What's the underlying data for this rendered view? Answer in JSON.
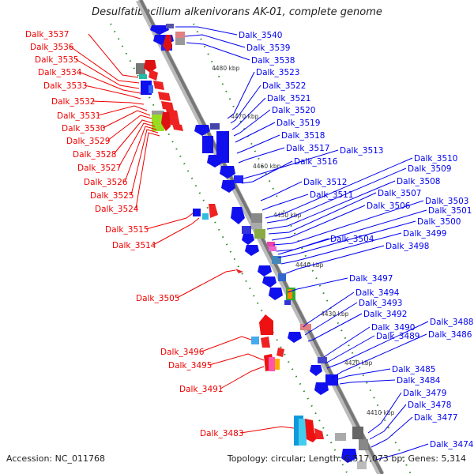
{
  "title": "Desulfatibacillum alkenivorans AK-01, complete genome",
  "footer": {
    "accession": "Accession: NC_011768",
    "summary": "Topology: circular; Length: 6,517,073 bp; Genes: 5,314"
  },
  "colors": {
    "forward": "#0000ee",
    "reverse": "#ee0000",
    "backbone": "#888888",
    "tick": "#2a8a2a"
  },
  "scale_ticks": [
    "4480 kbp",
    "4470 kbp",
    "4460 kbp",
    "4450 kbp",
    "4440 kbp",
    "4430 kbp",
    "4420 kbp",
    "4410 kbp"
  ],
  "left_labels": [
    "Dalk_3537",
    "Dalk_3536",
    "Dalk_3535",
    "Dalk_3534",
    "Dalk_3533",
    "Dalk_3532",
    "Dalk_3531",
    "Dalk_3530",
    "Dalk_3529",
    "Dalk_3528",
    "Dalk_3527",
    "Dalk_3526",
    "Dalk_3525",
    "Dalk_3524",
    "Dalk_3515",
    "Dalk_3514",
    "Dalk_3505",
    "Dalk_3496",
    "Dalk_3495",
    "Dalk_3491",
    "Dalk_3483"
  ],
  "right_labels": [
    "Dalk_3540",
    "Dalk_3539",
    "Dalk_3538",
    "Dalk_3523",
    "Dalk_3522",
    "Dalk_3521",
    "Dalk_3520",
    "Dalk_3519",
    "Dalk_3518",
    "Dalk_3517",
    "Dalk_3513",
    "Dalk_3516",
    "Dalk_3510",
    "Dalk_3509",
    "Dalk_3512",
    "Dalk_3508",
    "Dalk_3511",
    "Dalk_3507",
    "Dalk_3506",
    "Dalk_3503",
    "Dalk_3501",
    "Dalk_3500",
    "Dalk_3504",
    "Dalk_3499",
    "Dalk_3498",
    "Dalk_3497",
    "Dalk_3494",
    "Dalk_3493",
    "Dalk_3492",
    "Dalk_3490",
    "Dalk_3488",
    "Dalk_3489",
    "Dalk_3486",
    "Dalk_3485",
    "Dalk_3484",
    "Dalk_3479",
    "Dalk_3478",
    "Dalk_3477",
    "Dalk_3474"
  ]
}
